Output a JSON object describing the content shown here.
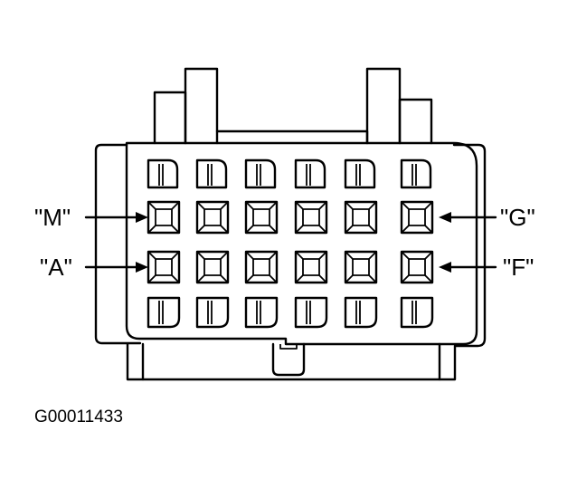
{
  "callouts": {
    "upper_left": "\"M\"",
    "lower_left": "\"A\"",
    "upper_right": "\"G\"",
    "lower_right": "\"F\""
  },
  "figure_code": "G00011433",
  "connector": {
    "terminal_rows": 4,
    "terminal_columns": 6
  }
}
